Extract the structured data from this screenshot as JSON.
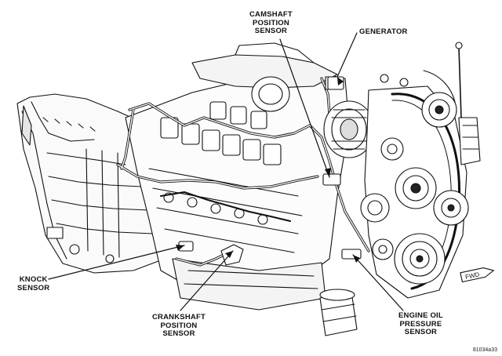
{
  "labels": {
    "camshaft": [
      "CAMSHAFT",
      "POSITION",
      "SENSOR"
    ],
    "generator": [
      "GENERATOR"
    ],
    "knock": [
      "KNOCK",
      "SENSOR"
    ],
    "crankshaft": [
      "CRANKSHAFT",
      "POSITION",
      "SENSOR"
    ],
    "oil_pressure": [
      "ENGINE OIL",
      "PRESSURE",
      "SENSOR"
    ]
  },
  "direction_tag": "FWD",
  "figure_id": "81034a33"
}
